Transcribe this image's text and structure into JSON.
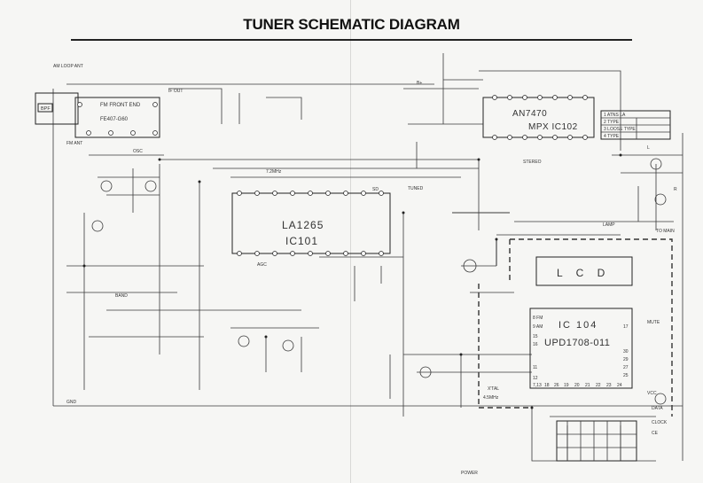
{
  "title": "TUNER SCHEMATIC DIAGRAM",
  "blocks": {
    "fm_front_end": {
      "label": "FM FRONT END",
      "part": "FE407-G60"
    },
    "bpf": {
      "label": "BPF"
    },
    "mpx": {
      "name": "AN7470",
      "ref": "MPX IC102"
    },
    "if_ic": {
      "name": "LA1265",
      "ref": "IC101"
    },
    "lcd": {
      "label": "L C D"
    },
    "pll": {
      "ref": "IC 104",
      "name": "UPD1708-011",
      "pins_left": [
        "8 FM",
        "9 AM",
        "15",
        "16",
        "11",
        "12"
      ],
      "pins_right": [
        "17",
        "30",
        "29",
        "27",
        "25"
      ],
      "pins_bottom": [
        "7,13",
        "18",
        "26",
        "19",
        "20",
        "21",
        "22",
        "23",
        "24"
      ]
    }
  },
  "mode_table": [
    "1 ATNS LA",
    "2 TYPE",
    "3 LOOSE TYPE",
    "4 TYPE"
  ],
  "small_labels": [
    "AM LOOP ANT",
    "FM ANT",
    "IF OUT",
    "OSC",
    "AGC",
    "L",
    "R",
    "LAMP",
    "MUTE",
    "B+",
    "GND",
    "TO MAIN",
    "STEREO",
    "SD",
    "TUNED",
    "X'TAL",
    "4.5MHz",
    "7.2MHz",
    "VCC",
    "BAND",
    "POWER",
    "DATA",
    "CLOCK",
    "CE"
  ]
}
